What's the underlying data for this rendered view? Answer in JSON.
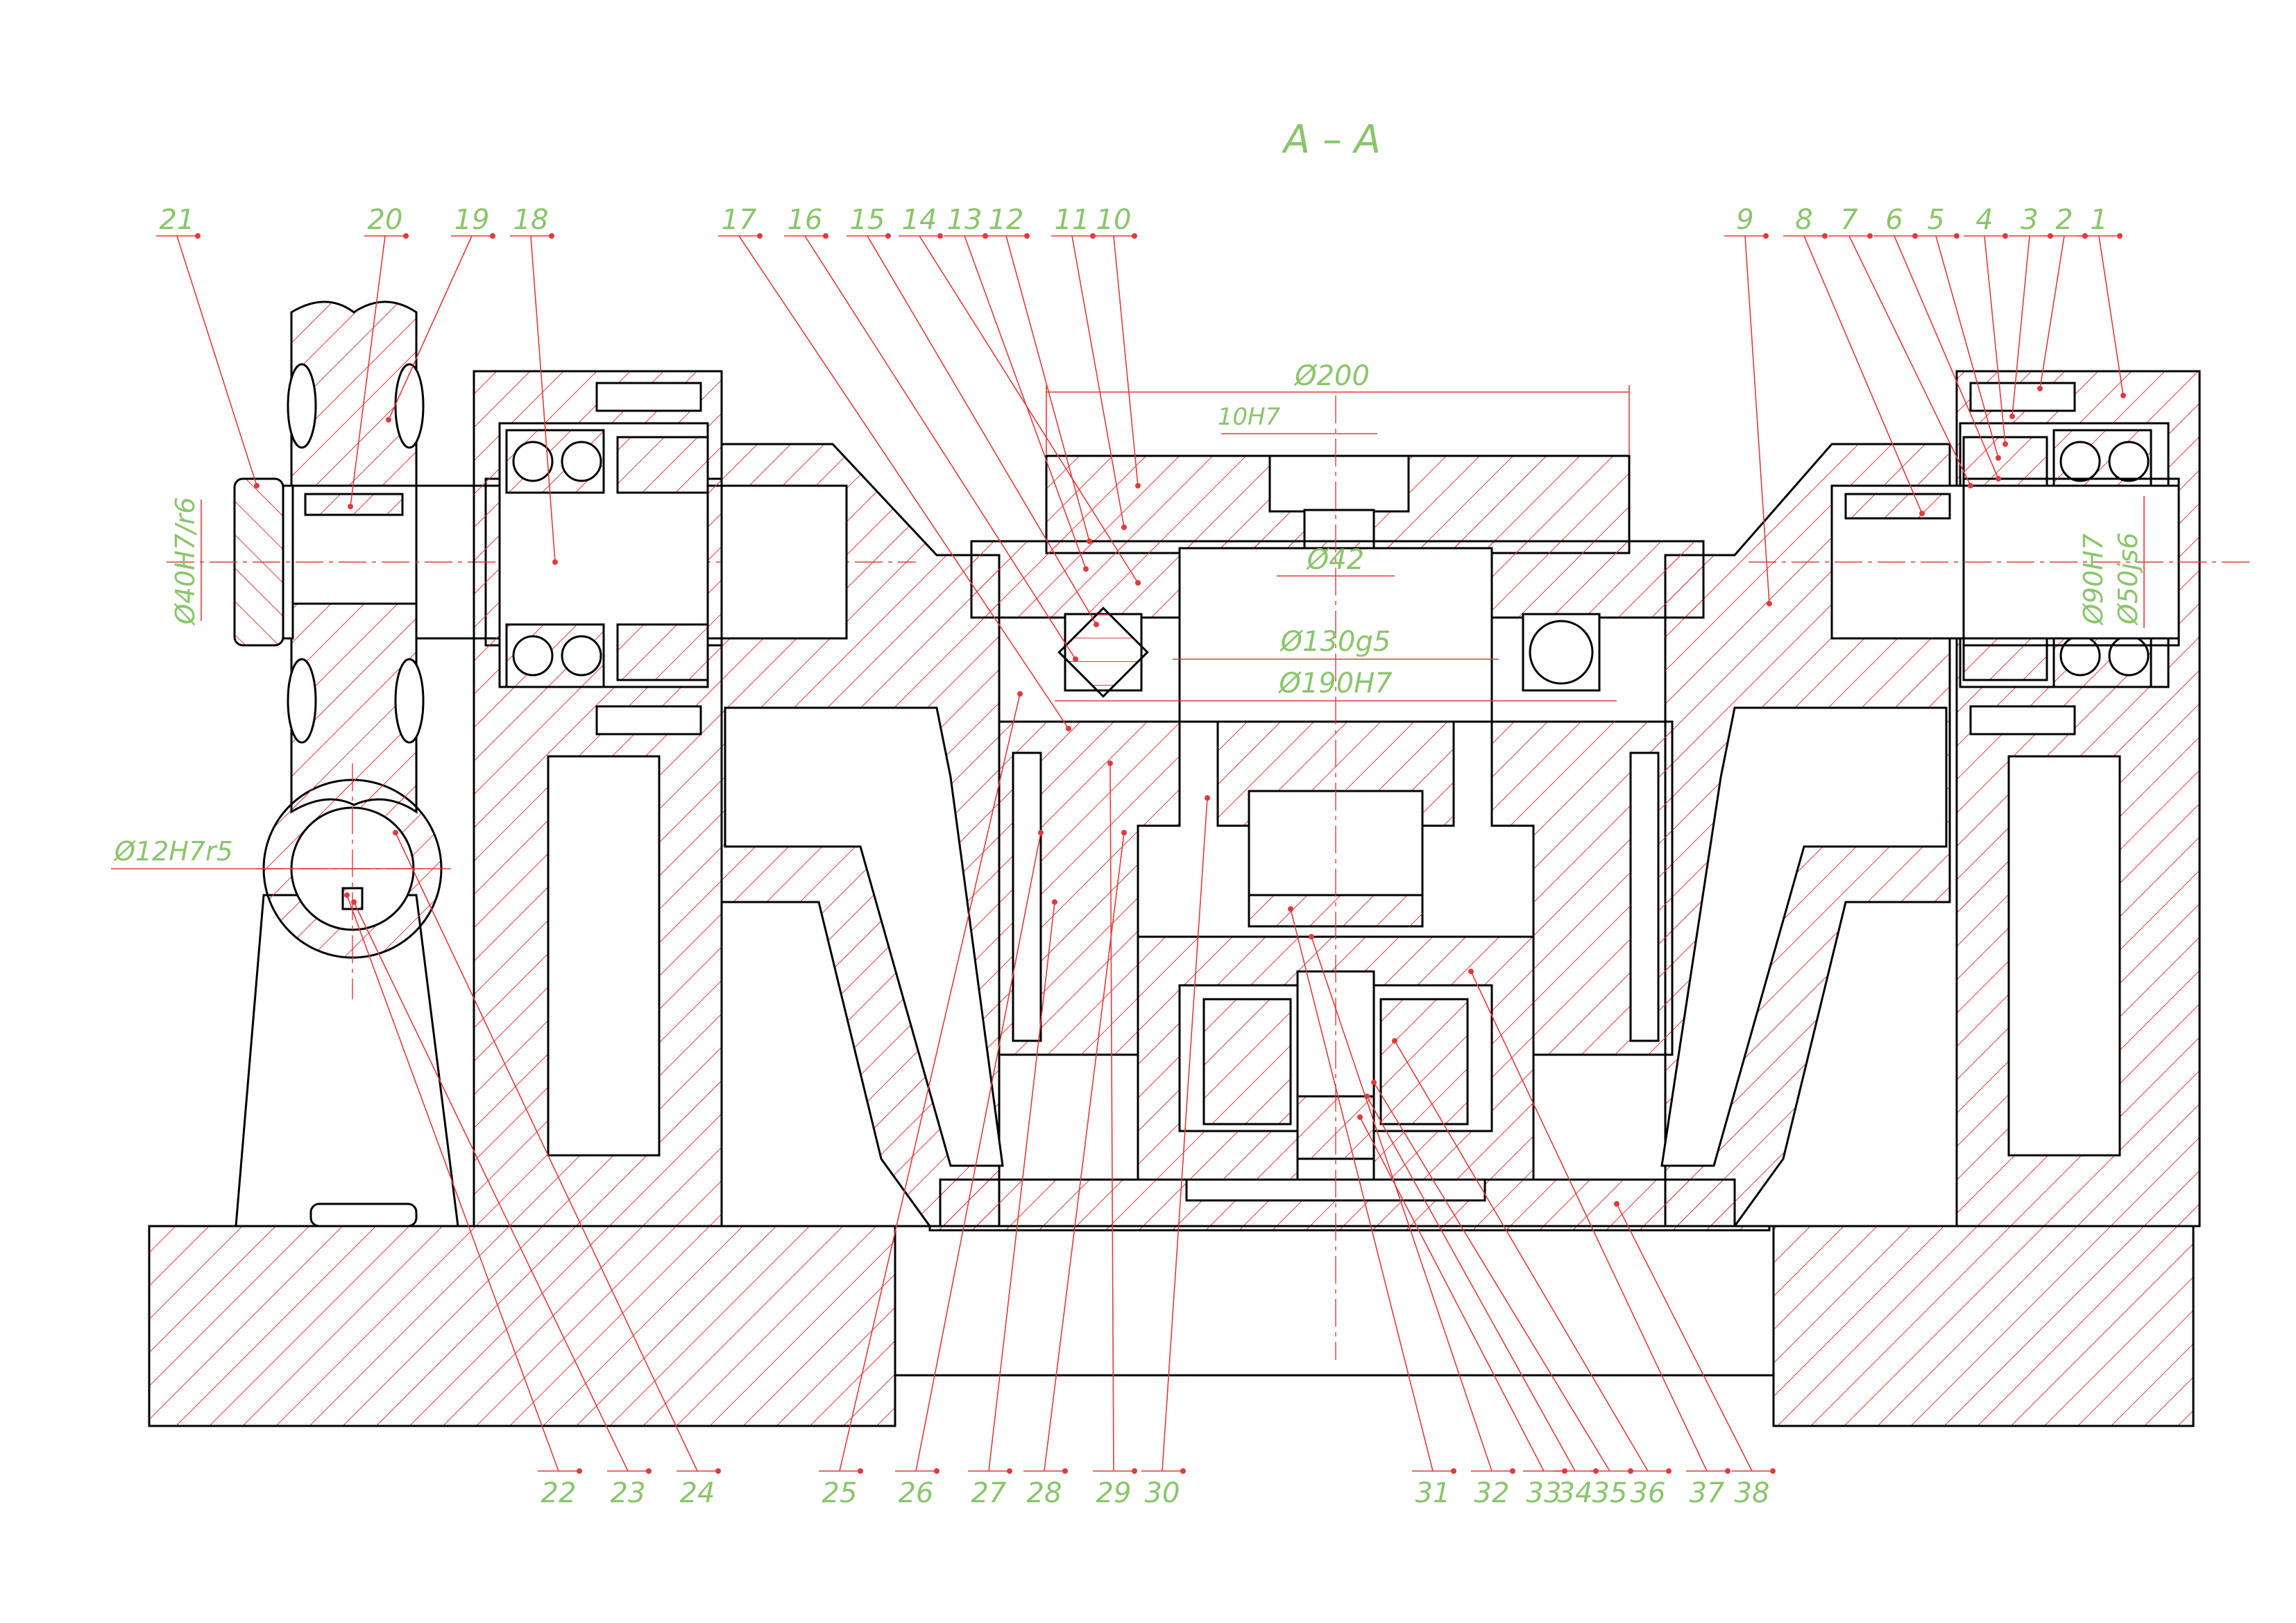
{
  "title": "A – A",
  "part_numbers_top": [
    "21",
    "20",
    "19",
    "18",
    "17",
    "16",
    "15",
    "14",
    "13",
    "12",
    "11",
    "10",
    "9",
    "8",
    "7",
    "6",
    "5",
    "4",
    "3",
    "2",
    "1"
  ],
  "part_numbers_bottom": [
    "22",
    "23",
    "24",
    "25",
    "26",
    "27",
    "28",
    "29",
    "30",
    "31",
    "32",
    "33",
    "34",
    "35",
    "36",
    "37",
    "38"
  ],
  "dimensions": {
    "d200": "Ø200",
    "h10": "10H7",
    "d42": "Ø42",
    "d130": "Ø130g5",
    "d190": "Ø190H7",
    "d40": "Ø40H7/r6",
    "d12": "Ø12H7r5",
    "d90": "Ø90H7",
    "d50": "Ø50js6"
  },
  "colors": {
    "hatch": "#e23a3a",
    "annotation": "#8ac56b",
    "outline": "#000000"
  }
}
